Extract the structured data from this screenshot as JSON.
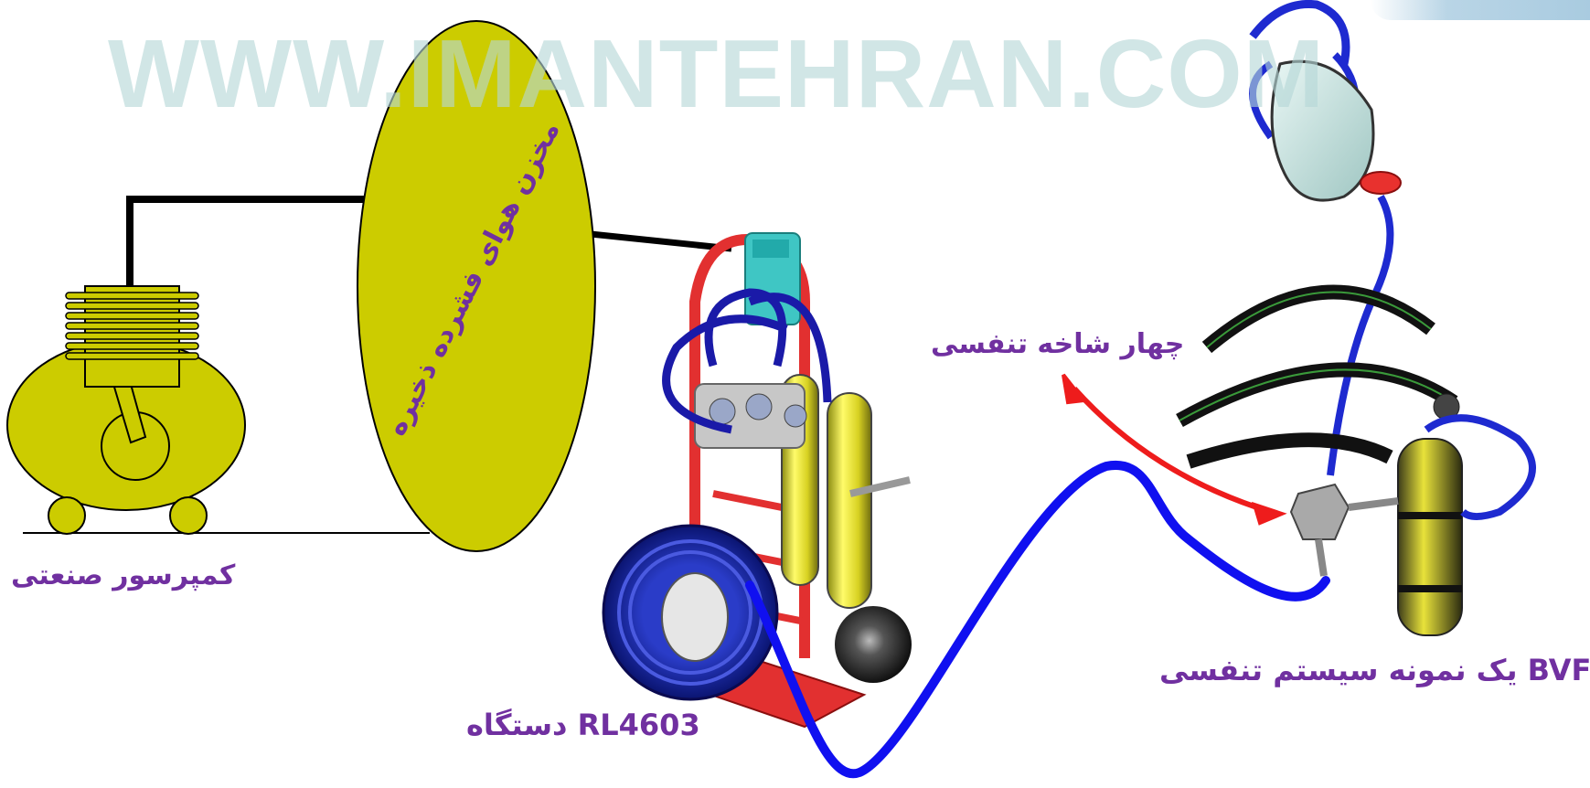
{
  "watermark": "WWW.IMANTEHRAN.COM",
  "labels": {
    "compressor": "کمپرسور صنعتی",
    "storage_tank": "مخزن هوای فشرده ذخیره",
    "device": "دستگاه RL4603",
    "four_way": "چهار شاخه تنفسی",
    "bvf_system": "یک نمونه سیستم تنفسی BVF"
  },
  "colors": {
    "label_purple": "#7030a0",
    "tank_fill": "#cccc00",
    "hose_blue": "#1010f0",
    "arrow_red": "#ee1c1c",
    "cart_red": "#e02a2a",
    "cylinder_yellow": "#e6e02a",
    "watermark": "#b4d6d6"
  },
  "icons": {
    "compressor": "compressor-drawing",
    "storage_tank": "storage-tank-ellipse",
    "hose_cart": "hose-reel-cart",
    "breathing_set": "breathing-apparatus",
    "arrow": "double-headed-arrow"
  }
}
